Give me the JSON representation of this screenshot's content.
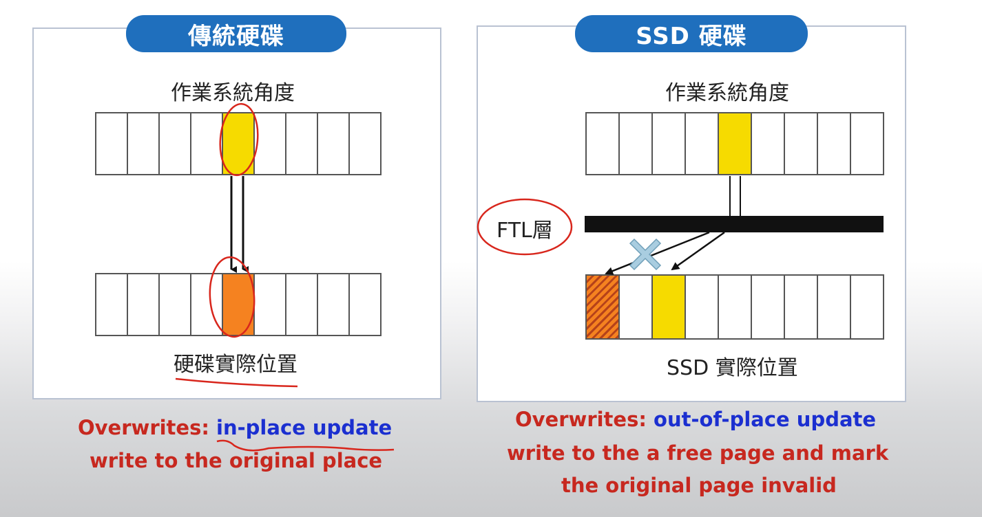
{
  "left_panel": {
    "title": "傳統硬碟",
    "top_label": "作業系統角度",
    "bottom_label": "硬碟實際位置",
    "caption_line1_prefix": "Overwrites: ",
    "caption_line1_highlight": "in-place update",
    "caption_line2": "write to the original place"
  },
  "right_panel": {
    "title": "SSD 硬碟",
    "top_label": "作業系統角度",
    "ftl_label": "FTL層",
    "bottom_label": "SSD 實際位置",
    "caption_line1_prefix": "Overwrites: ",
    "caption_line1_highlight": "out-of-place update",
    "caption_line2": "write to the a free page and mark",
    "caption_line3": "the original page invalid"
  },
  "colors": {
    "pill_blue": "#1f6fbd",
    "page_yellow": "#f6db00",
    "page_orange": "#f58220",
    "caption_red": "#c7281f",
    "caption_blue": "#1b2fd0",
    "annotation_red": "#d8261c",
    "cross_blue": "#a9cde0"
  },
  "icons": [
    "cross-x-icon",
    "arrow-icon"
  ]
}
